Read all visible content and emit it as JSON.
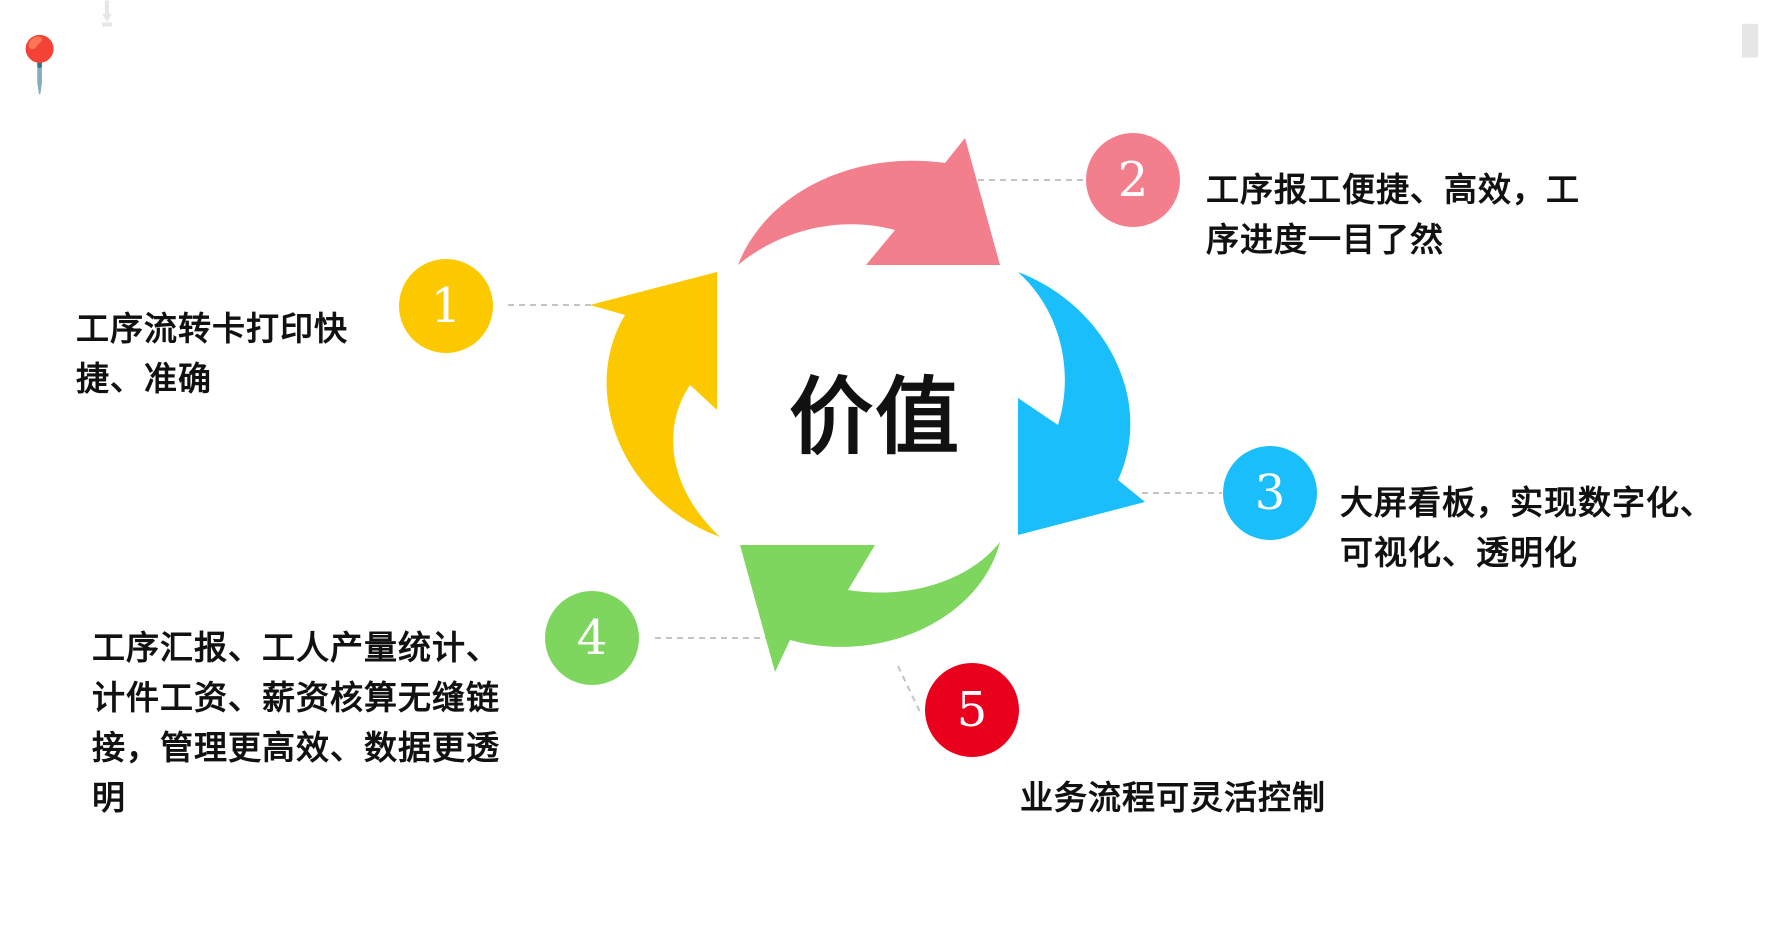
{
  "center_title": "价值",
  "colors": {
    "step1": "#fcc800",
    "step2": "#f47f8c",
    "step3": "#1abefa",
    "step4": "#7ed65e",
    "step5": "#e8001c",
    "connector": "#c4c4c4"
  },
  "steps": [
    {
      "number": "1",
      "text_line1": "工序流转卡打印快",
      "text_line2": "捷、准确"
    },
    {
      "number": "2",
      "text_line1": "工序报工便捷、高效，工",
      "text_line2": "序进度一目了然"
    },
    {
      "number": "3",
      "text_line1": "大屏看板，实现数字化、",
      "text_line2": "可视化、透明化"
    },
    {
      "number": "4",
      "text_line1": "工序汇报、工人产量统计、",
      "text_line2": "计件工资、薪资核算无缝链",
      "text_line3": "接，管理更高效、数据更透",
      "text_line4": "明"
    },
    {
      "number": "5",
      "text_line1": "业务流程可灵活控制"
    }
  ],
  "decorations": [
    "location-pin-icon",
    "download-icon",
    "document-icon"
  ]
}
